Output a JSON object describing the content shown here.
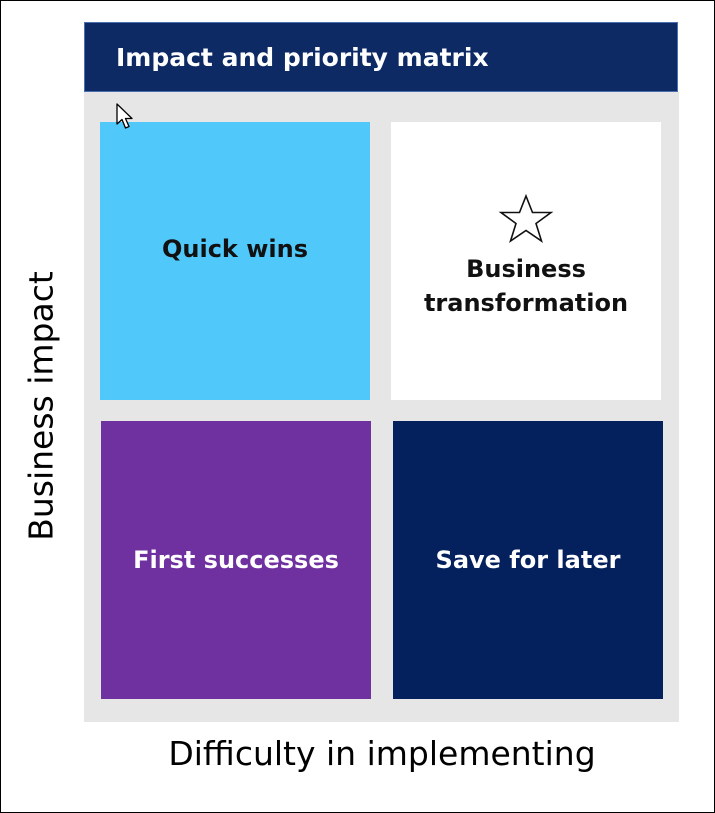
{
  "title": "Impact and priority matrix",
  "y_axis_label": "Business impact",
  "x_axis_label": "Difficulty in implementing",
  "quadrants": [
    {
      "label": "Quick wins",
      "color": "#50c8fa"
    },
    {
      "label": "Business transformation",
      "color": "#ffffff",
      "icon": "star-icon"
    },
    {
      "label": "First successes",
      "color": "#6f319f"
    },
    {
      "label": "Save for later",
      "color": "#04215e"
    }
  ],
  "colors": {
    "title_background": "#0e2a64",
    "matrix_background": "#e6e6e6"
  }
}
